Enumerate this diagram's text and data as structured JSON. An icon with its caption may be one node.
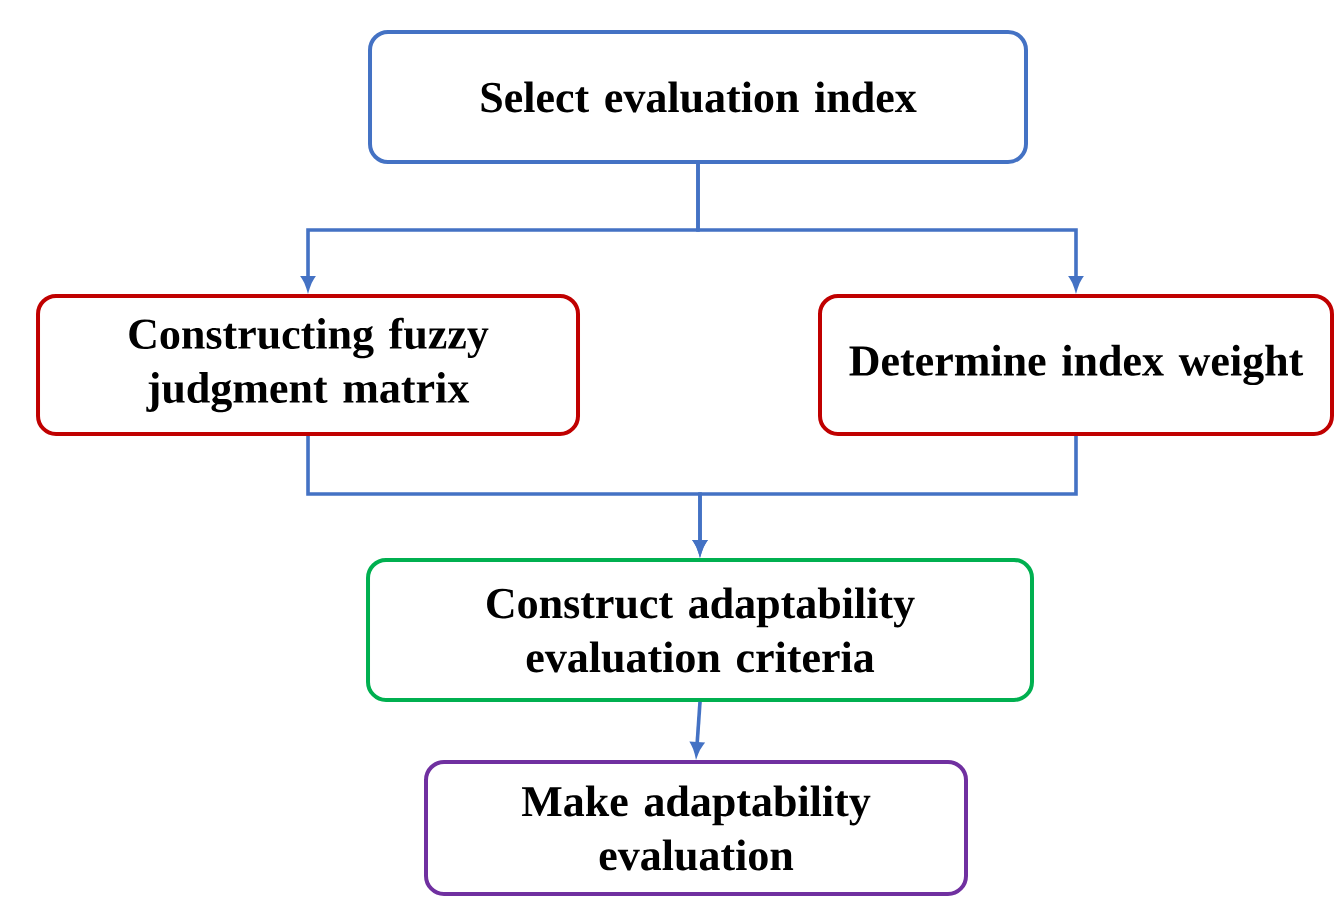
{
  "diagram": {
    "nodes": [
      {
        "text": [
          "Select evaluation index"
        ]
      },
      {
        "text": [
          "Constructing fuzzy judgment matrix"
        ]
      },
      {
        "text": [
          "Determine index weight"
        ]
      },
      {
        "text": [
          "Construct adaptability evaluation criteria"
        ]
      },
      {
        "text": [
          "Make adaptability evaluation"
        ]
      }
    ],
    "edges": [
      {
        "from": 0,
        "to": 1,
        "arrow": "to"
      },
      {
        "from": 0,
        "to": 2,
        "arrow": "to"
      },
      {
        "from": 1,
        "to": 3,
        "arrow": "to"
      },
      {
        "from": 2,
        "to": 3,
        "arrow": "to"
      },
      {
        "from": 3,
        "to": 4,
        "arrow": "to"
      }
    ]
  }
}
